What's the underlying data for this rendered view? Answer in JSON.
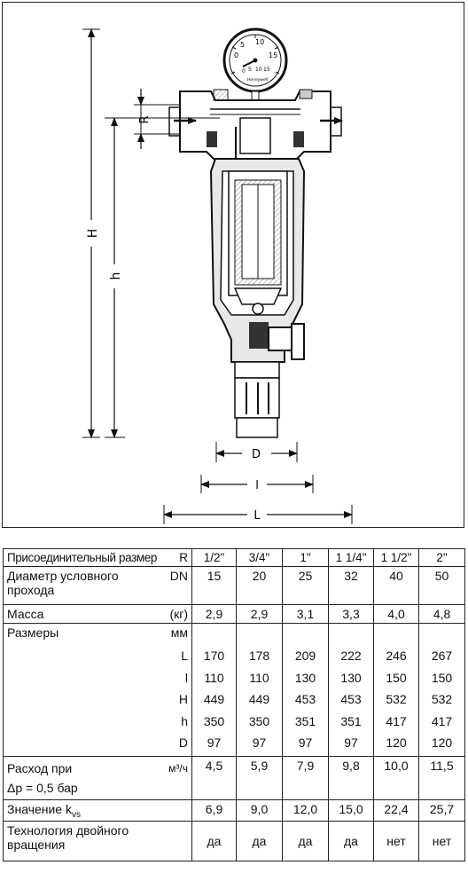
{
  "drawing": {
    "gauge": {
      "ticks": [
        "0",
        "5",
        "10",
        "15"
      ],
      "inner_ticks": [
        "0",
        "5",
        "10",
        "15"
      ],
      "brand": "Honeywell"
    },
    "dimension_labels": {
      "R": "R",
      "H": "H",
      "h": "h",
      "D": "D",
      "l": "l",
      "L": "L"
    }
  },
  "table": {
    "connection": {
      "label": "Присоединительный размер",
      "symbol": "R",
      "sizes": [
        "1/2\"",
        "3/4\"",
        "1\"",
        "1 1/4\"",
        "1 1/2\"",
        "2\""
      ]
    },
    "dn": {
      "label": "Диаметр условного прохода",
      "unit": "DN",
      "values": [
        "15",
        "20",
        "25",
        "32",
        "40",
        "50"
      ]
    },
    "mass": {
      "label": "Масса",
      "unit": "(кг)",
      "values": [
        "2,9",
        "2,9",
        "3,1",
        "3,3",
        "4,0",
        "4,8"
      ]
    },
    "dims": {
      "label": "Размеры",
      "unit": "мм",
      "rows": [
        {
          "key": "L",
          "values": [
            "170",
            "178",
            "209",
            "222",
            "246",
            "267"
          ]
        },
        {
          "key": "l",
          "values": [
            "110",
            "110",
            "130",
            "130",
            "150",
            "150"
          ]
        },
        {
          "key": "H",
          "values": [
            "449",
            "449",
            "453",
            "453",
            "532",
            "532"
          ]
        },
        {
          "key": "h",
          "values": [
            "350",
            "350",
            "351",
            "351",
            "417",
            "417"
          ]
        },
        {
          "key": "D",
          "values": [
            "97",
            "97",
            "97",
            "97",
            "120",
            "120"
          ]
        }
      ]
    },
    "flow": {
      "label": "Расход при",
      "sublabel": "Δp = 0,5 бар",
      "unit": "м³/ч",
      "values": [
        "4,5",
        "5,9",
        "7,9",
        "9,8",
        "10,0",
        "11,5"
      ]
    },
    "kvs": {
      "label": "Значение k",
      "label_sub": "vs",
      "values": [
        "6,9",
        "9,0",
        "12,0",
        "15,0",
        "22,4",
        "25,7"
      ]
    },
    "tech": {
      "label": "Технология двойного вращения",
      "values": [
        "да",
        "да",
        "да",
        "да",
        "нет",
        "нет"
      ]
    }
  }
}
